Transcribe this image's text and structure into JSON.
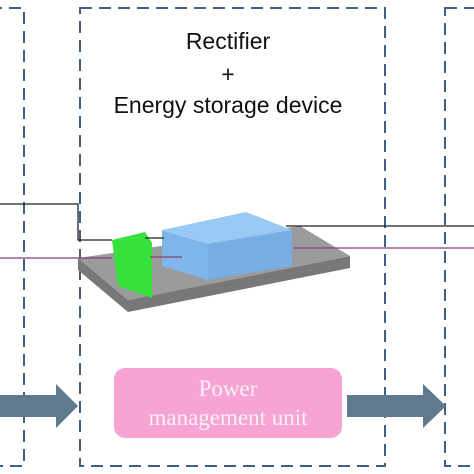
{
  "diagram": {
    "title_lines": [
      "Rectifier",
      "+",
      "Energy storage device"
    ],
    "power_management_unit": [
      "Power",
      "management unit"
    ]
  },
  "colors": {
    "dashed_border": "#3f5f86",
    "substrate_top": "#9b9b9b",
    "substrate_side": "#787878",
    "rectifier_green": "#36e23b",
    "storage_blue": "#8cc1f2",
    "wire_black": "#222222",
    "wire_purple": "#8e3c78",
    "arrow_gray": "#5f7a8c",
    "pmu_fill": "#f6a4d3",
    "pmu_text": "#fdf0f7"
  }
}
